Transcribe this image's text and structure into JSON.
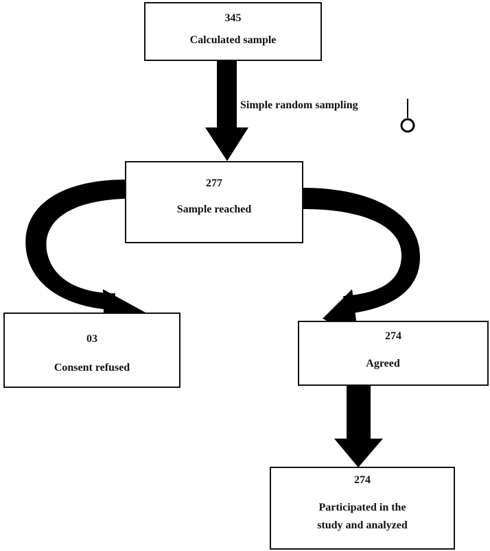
{
  "diagram": {
    "nodes": [
      {
        "id": "calculated",
        "count": "345",
        "label": "Calculated sample"
      },
      {
        "id": "reached",
        "count": "277",
        "label": "Sample reached"
      },
      {
        "id": "refused",
        "count": "03",
        "label": "Consent refused"
      },
      {
        "id": "agreed",
        "count": "274",
        "label": "Agreed"
      },
      {
        "id": "participated",
        "count": "274",
        "label_line1": "Participated in the",
        "label_line2": "study and analyzed"
      }
    ],
    "edges": [
      {
        "from": "calculated",
        "to": "reached",
        "label": "Simple random sampling"
      },
      {
        "from": "reached",
        "to": "refused"
      },
      {
        "from": "reached",
        "to": "agreed"
      },
      {
        "from": "agreed",
        "to": "participated"
      }
    ],
    "colors": {
      "arrow": "#000000",
      "border": "#111111",
      "background": "#ffffff"
    }
  }
}
